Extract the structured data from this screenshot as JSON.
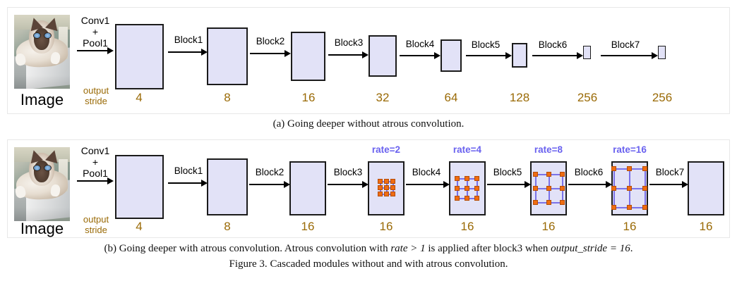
{
  "figure": {
    "number": "Figure 3.",
    "main_caption": "Cascaded modules without and with atrous convolution.",
    "image_label": "Image",
    "stride_label_line1": "output",
    "stride_label_line2": "stride",
    "conv_label_line1": "Conv1",
    "conv_label_line2": "+",
    "conv_label_line3": "Pool1",
    "colors": {
      "feature_box_fill": "#e2e2f7",
      "feature_box_border": "#1b1b1b",
      "stride_text": "#9a6a06",
      "rate_text": "#6a62ef",
      "grid_dot": "#ef6c12",
      "grid_line": "#7b72e8",
      "panel_border": "#e8e8e8"
    }
  },
  "panel_a": {
    "caption_prefix": "(a)",
    "caption": "Going deeper without atrous convolution.",
    "blocks": [
      "Block1",
      "Block2",
      "Block3",
      "Block4",
      "Block5",
      "Block6",
      "Block7"
    ],
    "output_strides": [
      "4",
      "8",
      "16",
      "32",
      "64",
      "128",
      "256",
      "256"
    ]
  },
  "panel_b": {
    "caption_prefix": "(b)",
    "caption_part1": "Going deeper with atrous convolution. Atrous convolution with",
    "caption_math1": "rate > 1",
    "caption_part2": "is applied after block3 when",
    "caption_math2": "output_stride = 16",
    "caption_end": ".",
    "blocks": [
      "Block1",
      "Block2",
      "Block3",
      "Block4",
      "Block5",
      "Block6",
      "Block7"
    ],
    "output_strides": [
      "4",
      "8",
      "16",
      "16",
      "16",
      "16",
      "16",
      "16"
    ],
    "rates": [
      "rate=2",
      "rate=4",
      "rate=8",
      "rate=16"
    ]
  }
}
